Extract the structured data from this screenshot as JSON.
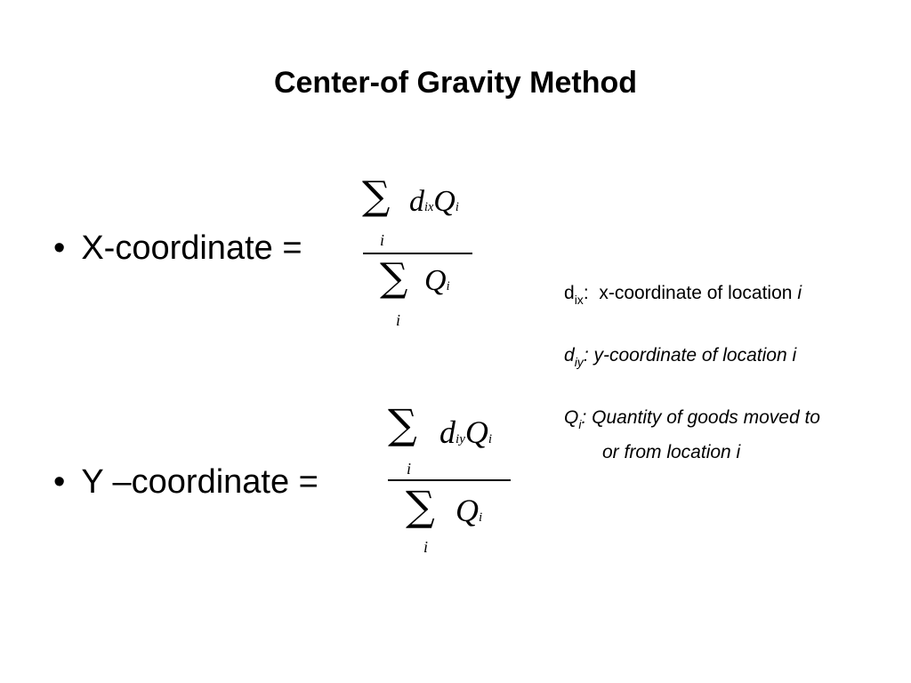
{
  "title": "Center-of Gravity Method",
  "bullets": {
    "marker": "•",
    "x_label": "X-coordinate =",
    "y_label": "Y –coordinate ="
  },
  "formula_x": {
    "sum_symbol": "∑",
    "index": "i",
    "numerator": {
      "d": "d",
      "d_sub": "ix",
      "q": "Q",
      "q_sub": "i"
    },
    "denominator": {
      "q": "Q",
      "q_sub": "i"
    }
  },
  "formula_y": {
    "sum_symbol": "∑",
    "index": "i",
    "numerator": {
      "d": "d",
      "d_sub": "iy",
      "q": "Q",
      "q_sub": "i"
    },
    "denominator": {
      "q": "Q",
      "q_sub": "i"
    }
  },
  "legend": {
    "dix": {
      "symbol": "d",
      "sub": "ix",
      "sep": ":",
      "text": "x-coordinate of location",
      "var": "i"
    },
    "diy": {
      "symbol": "d",
      "sub": "iy",
      "sep": ":",
      "text": "y-coordinate of location i"
    },
    "qi": {
      "symbol": "Q",
      "sub": "i",
      "sep": ":",
      "text": "Quantity of goods moved to",
      "text2": "or from location i"
    }
  }
}
